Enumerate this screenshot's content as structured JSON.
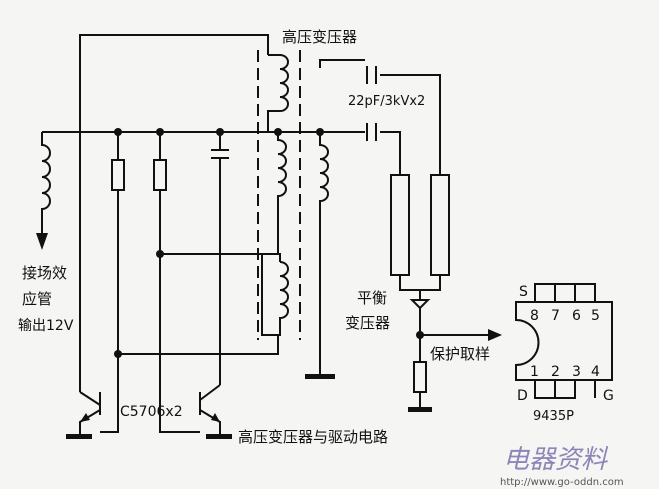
{
  "labels": {
    "hv_transformer": "高压变压器",
    "capacitor_value": "22pF/3kVx2",
    "fet_output_line1": "接场效",
    "fet_output_line2": "应管",
    "fet_output_line3": "输出12V",
    "balance_transformer_line1": "平衡",
    "balance_transformer_line2": "变压器",
    "protection_sampling": "保护取样",
    "transistor_model": "C5706x2",
    "circuit_caption": "高压变压器与驱动电路"
  },
  "chip": {
    "model": "9435P",
    "top_pins": [
      "8",
      "7",
      "6",
      "5"
    ],
    "bottom_pins": [
      "1",
      "2",
      "3",
      "4"
    ],
    "label_s": "S",
    "label_d": "D",
    "label_g": "G"
  },
  "watermark": {
    "title": "电器资料",
    "url": "http://www.go-oddn.com"
  }
}
